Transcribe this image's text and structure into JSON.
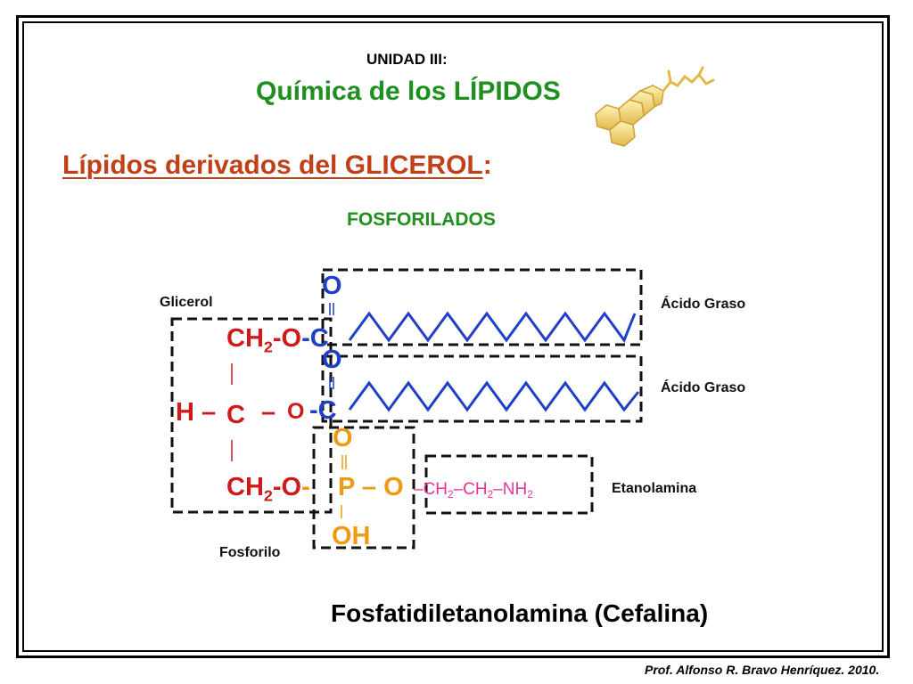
{
  "header": {
    "unit": "UNIDAD III:",
    "topic": "Química de los LÍPIDOS"
  },
  "heading": {
    "text": "Lípidos derivados del GLICEROL",
    "colon": ":"
  },
  "subheading": "FOSFORILADOS",
  "labels": {
    "glicerol": "Glicerol",
    "acido_graso_1": "Ácido Graso",
    "acido_graso_2": "Ácido Graso",
    "etanolamina": "Etanolamina",
    "fosforilo": "Fosforilo"
  },
  "formula": {
    "ch2_base": "CH",
    "sub_2": "2",
    "ester_o": "-O",
    "h": "H",
    "dash": "–",
    "c": "C",
    "o": "O",
    "dash_c": "-C",
    "carbonyl_o": "O",
    "phosphate_dash": "-",
    "p": "P",
    "phosphate_o": "– O",
    "oh": "OH",
    "ethanolamine": {
      "ch2a": "CH",
      "ch2b": "CH",
      "nh2": "NH",
      "bond": "–",
      "sub": "2"
    }
  },
  "caption": "Fosfatidiletanolamina (Cefalina)",
  "credit": "Prof. Alfonso R. Bravo Henríquez. 2010.",
  "colors": {
    "glycerol": "#d0191b",
    "fatty_acid": "#1e3fc8",
    "phosphate": "#f09a12",
    "ethanolamine": "#e8329a",
    "heading": "#c0401a",
    "topic": "#1f8f1f"
  },
  "icons": [
    "steroid-ring-logo"
  ]
}
